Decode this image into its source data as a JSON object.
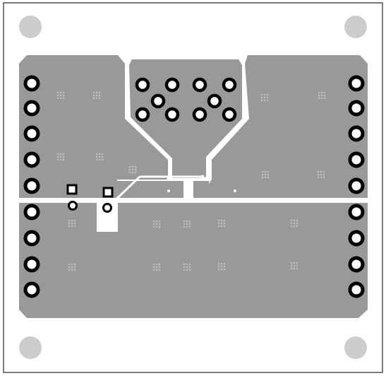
{
  "board": {
    "outline_color": "#7a7a7a",
    "substrate_color": "#ffffff",
    "copper_color": "#999999",
    "pad_color": "#000000",
    "mount_hole_color": "#cccccc",
    "via_fill_color": "#bdbdbd"
  },
  "regions": [
    {
      "name": "top-left-copper-pour"
    },
    {
      "name": "top-center-copper-pour"
    },
    {
      "name": "top-right-copper-pour"
    },
    {
      "name": "bottom-copper-pour"
    }
  ],
  "mounting_holes": [
    {
      "name": "mount-hole-top-left"
    },
    {
      "name": "mount-hole-top-right"
    },
    {
      "name": "mount-hole-bottom-left"
    },
    {
      "name": "mount-hole-bottom-right"
    }
  ]
}
